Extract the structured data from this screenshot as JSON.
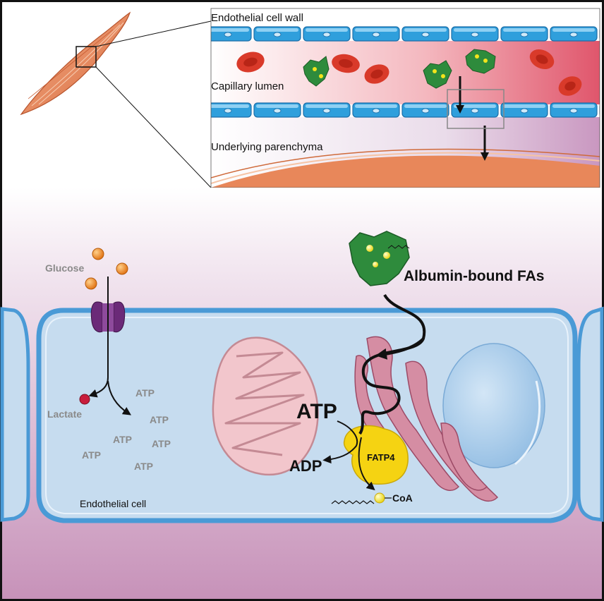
{
  "labels": {
    "endothelial_cell_wall": "Endothelial cell wall",
    "capillary_lumen": "Capillary lumen",
    "underlying_parenchyma": "Underlying parenchyma",
    "glucose": "Glucose",
    "lactate": "Lactate",
    "albumin_bound_fas": "Albumin-bound FAs",
    "atp_main": "ATP",
    "adp": "ADP",
    "fatp4": "FATP4",
    "coa": "CoA",
    "endothelial_cell": "Endothelial cell",
    "atp_small": [
      "ATP",
      "ATP",
      "ATP",
      "ATP",
      "ATP",
      "ATP"
    ]
  },
  "colors": {
    "vessel_gradient_start": "#ffffff",
    "vessel_gradient_end": "#e0566c",
    "endothelial_cells": "#2f9fdc",
    "red_blood_cells": "#d93a2a",
    "albumin": "#2e8b3c",
    "fatty_acid_beads": "#f2e41c",
    "muscle": "#e8875a",
    "mitochondrion": "#f2c6cc",
    "golgi": "#c97892",
    "nucleus": "#9cc4e6",
    "cell_body": "#c6dcef",
    "fatp4": "#f5d312",
    "glucose": "#f08c1a",
    "transporter": "#6b2a78",
    "background_bottom": "#c896bb"
  }
}
